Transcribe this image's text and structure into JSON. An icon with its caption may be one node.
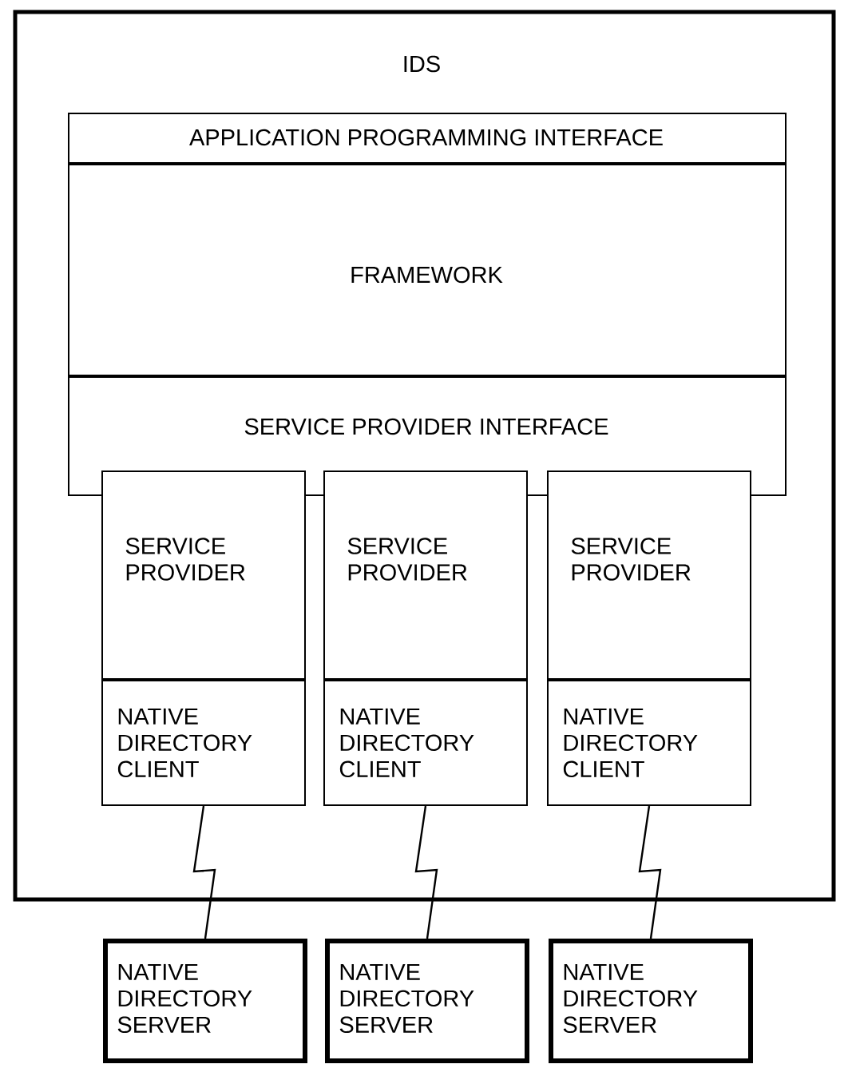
{
  "diagram": {
    "nodes": [
      {
        "text": [
          "IDS"
        ]
      },
      {
        "text": [
          "APPLICATION PROGRAMMING INTERFACE"
        ],
        "in": 0
      },
      {
        "text": [
          "FRAMEWORK"
        ],
        "in": 0
      },
      {
        "text": [
          "SERVICE PROVIDER INTERFACE"
        ],
        "in": 0
      },
      {
        "text": [
          "SERVICE PROVIDER"
        ],
        "in": 0
      },
      {
        "text": [
          "SERVICE PROVIDER"
        ],
        "in": 0
      },
      {
        "text": [
          "SERVICE PROVIDER"
        ],
        "in": 0
      },
      {
        "text": [
          "NATIVE DIRECTORY CLIENT"
        ],
        "in": 0
      },
      {
        "text": [
          "NATIVE DIRECTORY CLIENT"
        ],
        "in": 0
      },
      {
        "text": [
          "NATIVE DIRECTORY CLIENT"
        ],
        "in": 0
      },
      {
        "text": [
          "NATIVE DIRECTORY SERVER"
        ]
      },
      {
        "text": [
          "NATIVE DIRECTORY SERVER"
        ]
      },
      {
        "text": [
          "NATIVE DIRECTORY SERVER"
        ]
      }
    ],
    "edges": [
      {
        "from": 7,
        "to": 10,
        "arrow": "none"
      },
      {
        "from": 8,
        "to": 11,
        "arrow": "none"
      },
      {
        "from": 9,
        "to": 12,
        "arrow": "none"
      }
    ]
  }
}
